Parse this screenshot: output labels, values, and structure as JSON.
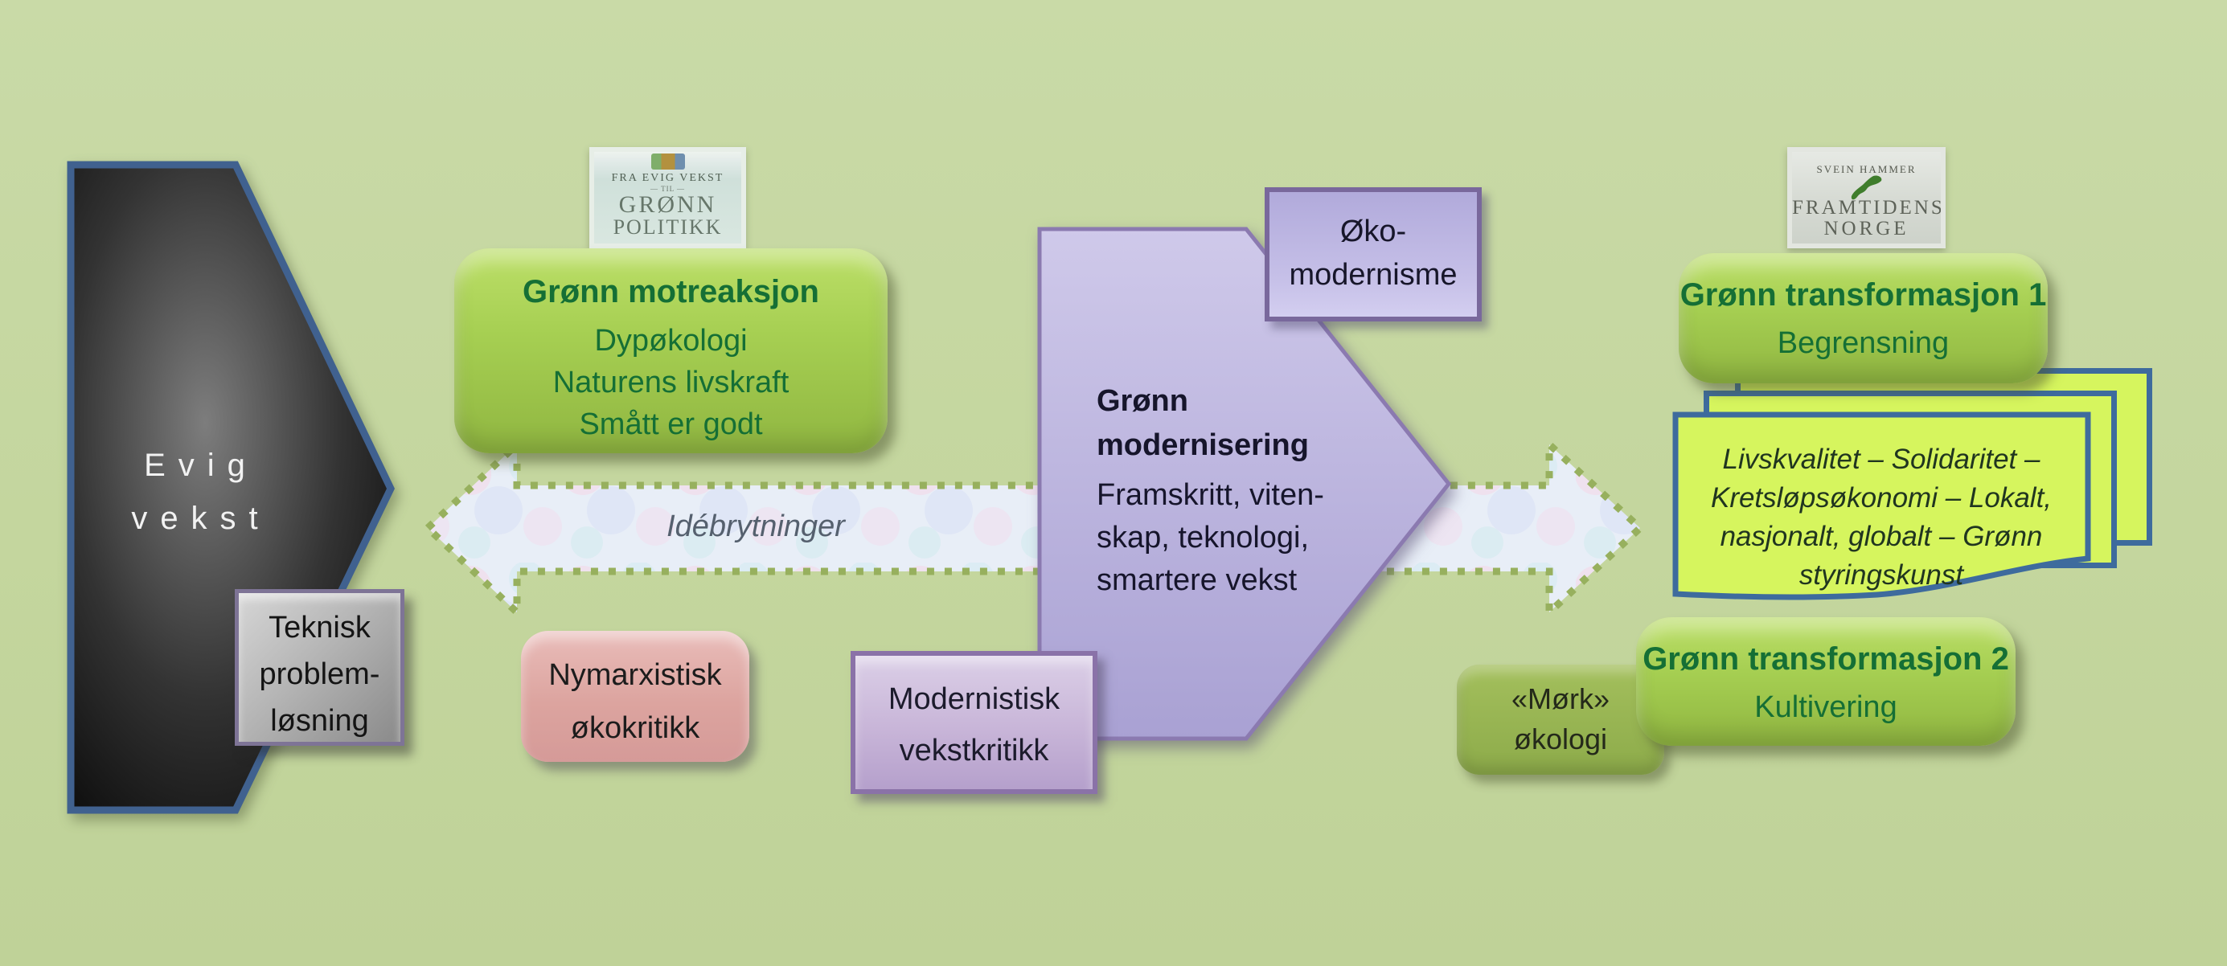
{
  "colors": {
    "background": "#c4d69e",
    "green_box": "#a6cf52",
    "green_text": "#156f35",
    "olive_box": "#8dab4a",
    "pink_box": "#dca49f",
    "lavender_shape": "#b5addc",
    "purple_border": "#8a72a8",
    "sheet_fill": "#d6f55e",
    "sheet_border": "#3e6b9d",
    "black_shape_border": "#40618f",
    "arrow_dot_border": "#97b05e"
  },
  "evig_vekst": {
    "line1": "Evig",
    "line2": "vekst"
  },
  "teknisk": {
    "lines": [
      "Teknisk",
      "problem-",
      "løsning"
    ]
  },
  "book1": {
    "top": "FRA EVIG VEKST",
    "mid": "— TIL —",
    "title1": "GRØNN",
    "title2": "POLITIKK"
  },
  "motreaksjon": {
    "title": "Grønn motreaksjon",
    "lines": [
      "Dypøkologi",
      "Naturens livskraft",
      "Smått er godt"
    ]
  },
  "idebrytninger": {
    "label": "Idébrytninger"
  },
  "nymarxistisk": {
    "lines": [
      "Nymarxistisk",
      "økokritikk"
    ]
  },
  "modernisering": {
    "title1": "Grønn",
    "title2": "modernisering",
    "body": [
      "Framskritt, viten-",
      "skap, teknologi,",
      "smartere vekst"
    ]
  },
  "okomodernisme": {
    "lines": [
      "Øko-",
      "modernisme"
    ]
  },
  "modernistisk": {
    "lines": [
      "Modernistisk",
      "vekstkritikk"
    ]
  },
  "book2": {
    "author": "SVEIN HAMMER",
    "title1": "FRAMTIDENS",
    "title2": "NORGE"
  },
  "transformasjon1": {
    "title": "Grønn transformasjon 1",
    "sub": "Begrensning"
  },
  "sheet_notes": {
    "lines": [
      "Livskvalitet – Solidaritet –",
      "Kretsløpsøkonomi – Lokalt,",
      "nasjonalt, globalt – Grønn",
      "styringskunst"
    ]
  },
  "mork_okologi": {
    "lines": [
      "«Mørk»",
      "økologi"
    ]
  },
  "transformasjon2": {
    "title": "Grønn transformasjon 2",
    "sub": "Kultivering"
  }
}
